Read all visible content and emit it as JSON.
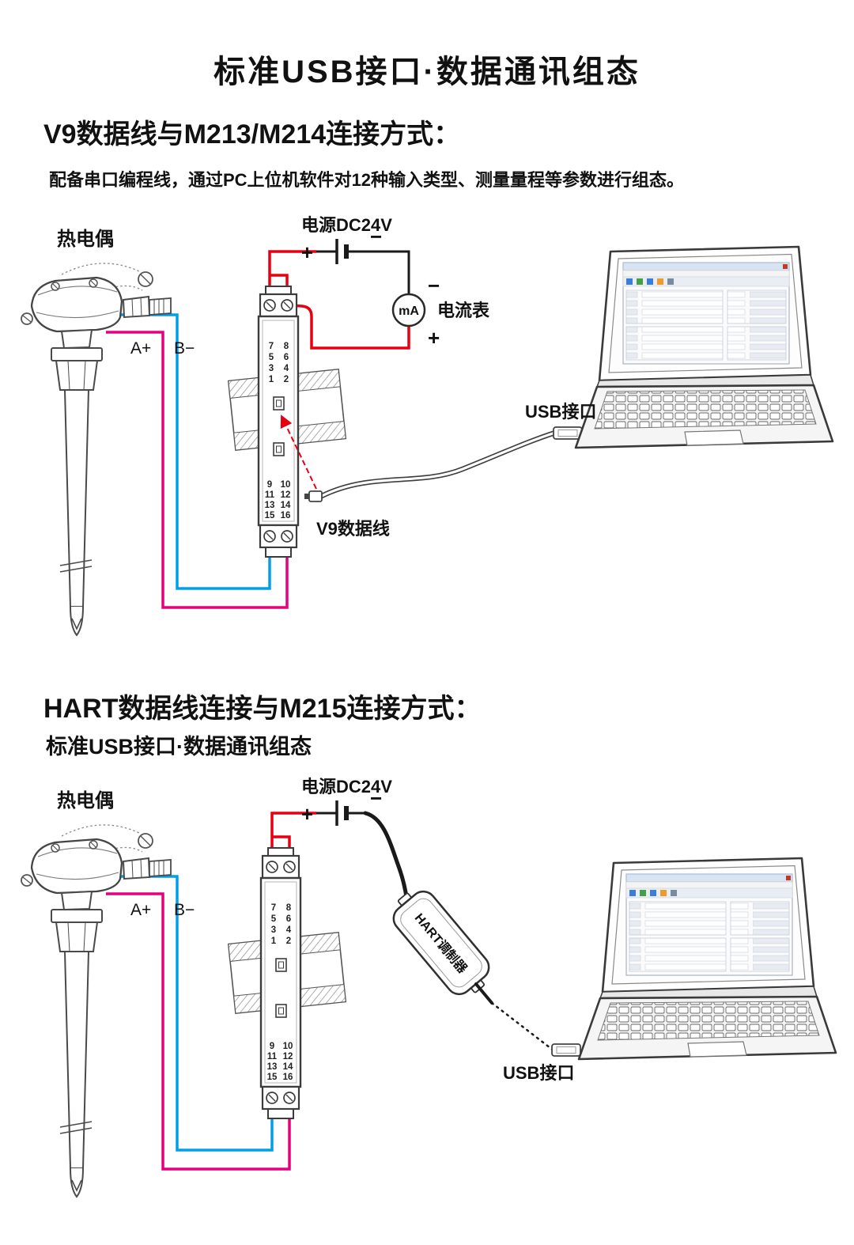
{
  "page": {
    "title": "标准USB接口·数据通讯组态"
  },
  "section1": {
    "heading": "V9数据线与M213/M214连接方式：",
    "description": "配备串口编程线，通过PC上位机软件对12种输入类型、测量量程等参数进行组态。",
    "labels": {
      "thermocouple": "热电偶",
      "power_supply": "电源DC24V",
      "plus": "+",
      "minus": "−",
      "ammeter_symbol": "mA",
      "ammeter": "电流表",
      "terminal_a": "A+",
      "terminal_b": "B−",
      "usb_port": "USB接口",
      "v9_cable": "V9数据线"
    }
  },
  "section2": {
    "heading": "HART数据线连接与M215连接方式：",
    "subheading": "标准USB接口·数据通讯组态",
    "labels": {
      "thermocouple": "热电偶",
      "power_supply": "电源DC24V",
      "plus": "+",
      "minus": "−",
      "terminal_a": "A+",
      "terminal_b": "B−",
      "hart_modem": "HART调制器",
      "usb_port": "USB接口"
    }
  },
  "module": {
    "top_terminals": [
      [
        "7",
        "8"
      ],
      [
        "5",
        "6"
      ],
      [
        "3",
        "4"
      ],
      [
        "1",
        "2"
      ]
    ],
    "bottom_terminals": [
      [
        "9",
        "10"
      ],
      [
        "11",
        "12"
      ],
      [
        "13",
        "14"
      ],
      [
        "15",
        "16"
      ]
    ]
  },
  "colors": {
    "wire_red": "#e60012",
    "wire_blue": "#00a0e9",
    "wire_magenta": "#e4007f",
    "wire_black": "#1a1a1a",
    "outline": "#3a3a3a"
  }
}
